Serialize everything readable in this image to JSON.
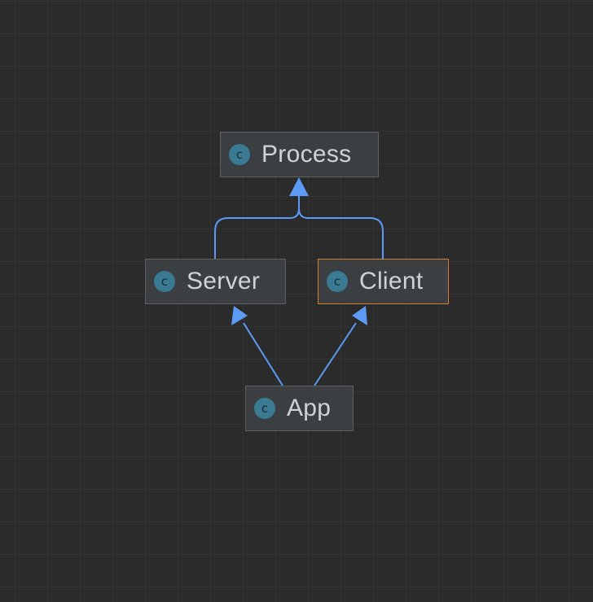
{
  "diagram": {
    "nodes": [
      {
        "id": "process",
        "label": "Process",
        "icon": "class-icon",
        "icon_glyph": "c",
        "selected": false
      },
      {
        "id": "server",
        "label": "Server",
        "icon": "class-icon",
        "icon_glyph": "c",
        "selected": false
      },
      {
        "id": "client",
        "label": "Client",
        "icon": "class-icon",
        "icon_glyph": "c",
        "selected": true
      },
      {
        "id": "app",
        "label": "App",
        "icon": "class-icon",
        "icon_glyph": "c",
        "selected": false
      }
    ],
    "edges": [
      {
        "from": "server",
        "to": "process",
        "type": "extends"
      },
      {
        "from": "client",
        "to": "process",
        "type": "extends"
      },
      {
        "from": "app",
        "to": "server",
        "type": "extends"
      },
      {
        "from": "app",
        "to": "client",
        "type": "extends"
      }
    ],
    "colors": {
      "background": "#2b2b2b",
      "node_fill": "#3c3f41",
      "node_border": "#5e6060",
      "selected_border": "#d0802f",
      "edge": "#5b9bf5",
      "icon": "#3a7a92",
      "label": "#d0d3d6"
    }
  }
}
